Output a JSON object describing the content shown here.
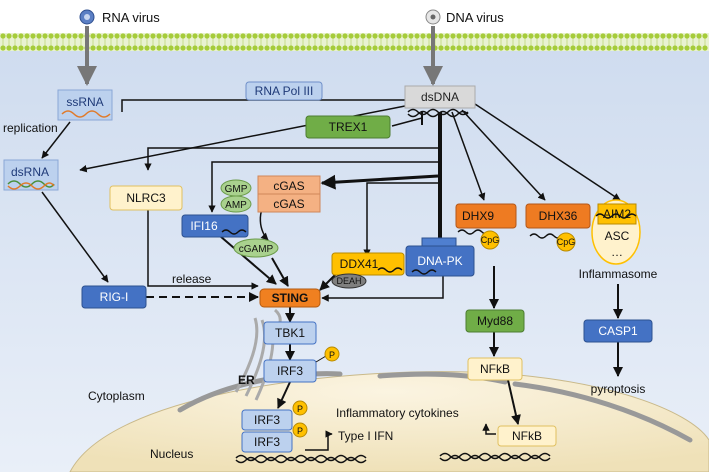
{
  "pathogens": {
    "rna_virus": "RNA virus",
    "dna_virus": "DNA virus"
  },
  "nodes": {
    "ssrna": "ssRNA",
    "replication": "replication",
    "dsrna": "dsRNA",
    "rna_pol_iii": "RNA Pol III",
    "dsdna": "dsDNA",
    "trex1": "TREX1",
    "nlrc3": "NLRC3",
    "gmp": "GMP",
    "amp": "AMP",
    "cgas1": "cGAS",
    "cgas2": "cGAS",
    "ifi16": "IFI16",
    "cgamp": "cGAMP",
    "ddx41": "DDX41",
    "deah": "DEAH",
    "dna_pk": "DNA-PK",
    "dhx9": "DHX9",
    "cpg1": "CpG",
    "dhx36": "DHX36",
    "cpg2": "CpG",
    "aim2": "AIM2",
    "asc": "ASC",
    "ellipsis": "…",
    "inflammasome": "Inflammasome",
    "release": "release",
    "rig_i": "RIG-I",
    "sting": "STING",
    "tbk1": "TBK1",
    "irf3a": "IRF3",
    "p1": "P",
    "er": "ER",
    "myd88": "Myd88",
    "nfkb1": "NFkB",
    "casp1": "CASP1",
    "pyroptosis": "pyroptosis",
    "cytoplasm": "Cytoplasm",
    "irf3b": "IRF3",
    "irf3c": "IRF3",
    "p2": "P",
    "p3": "P",
    "inflammatory_cytokines": "Inflammatory cytokines",
    "type_i_ifn": "Type I IFN",
    "nucleus": "Nucleus",
    "nfkb2": "NFkB"
  },
  "colors": {
    "membrane": "#a6cc3a",
    "cytoplasm_bg": "#dfe8f6",
    "nucleus_bg": "#f6edd3",
    "blue_box": "#4472c4",
    "light_blue_box": "#bcd1ee",
    "green_box": "#70ad47",
    "orange_box": "#ee7b22",
    "salmon_box": "#f4b183",
    "yellow_box": "#fff2cc",
    "gold": "#ffc000",
    "sting_orange": "#f08020"
  }
}
